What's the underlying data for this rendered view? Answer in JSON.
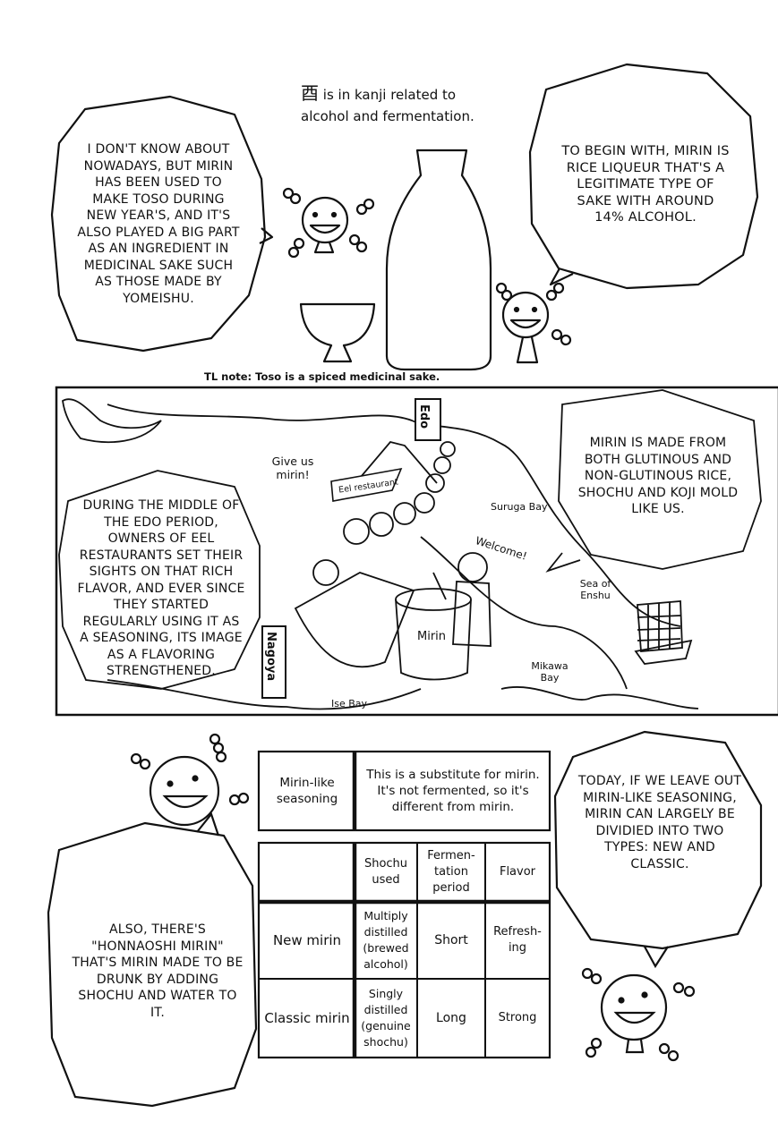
{
  "top": {
    "kanji_note_glyph": "酉",
    "kanji_note_line1": "is in kanji related to",
    "kanji_note_line2": "alcohol and fermentation.",
    "bubble_left": "I don't know about nowadays, but mirin has been used to make toso during New Year's, and it's also played a big part as an ingredient in medicinal sake such as those made by Yomeishu.",
    "bubble_right": "To begin with, mirin is rice liqueur that's a legitimate type of sake with around 14% alcohol.",
    "tl_note": "TL note: Toso is a spiced medicinal sake."
  },
  "middle": {
    "bubble_left": "During the middle of the Edo period, owners of eel restaurants set their sights on that rich flavor, and ever since they started regularly using it as a seasoning, its image as a flavoring strengthened.",
    "bubble_right": "Mirin is made from both glutinous and non-glutinous rice, shochu and koji mold like us.",
    "labels": {
      "edo": "Edo",
      "nagoya": "Nagoya",
      "give_us": "Give us mirin!",
      "eel_flag": "Eel restaurant",
      "suruga": "Suruga Bay",
      "welcome": "Welcome!",
      "enshu": "Sea of Enshu",
      "mirin_barrel": "Mirin",
      "mikawa": "Mikawa Bay",
      "ise": "Ise Bay"
    }
  },
  "bottom": {
    "seasoning_table": {
      "label": "Mirin-like seasoning",
      "description": "This is a substitute for mirin. It's not fermented, so it's different from mirin."
    },
    "compare_table": {
      "headers": [
        "",
        "Shochu used",
        "Fermen- tation period",
        "Flavor"
      ],
      "rows": [
        [
          "New mirin",
          "Multiply distilled (brewed alcohol)",
          "Short",
          "Refresh- ing"
        ],
        [
          "Classic mirin",
          "Singly distilled (genuine shochu)",
          "Long",
          "Strong"
        ]
      ]
    },
    "bubble_left": "Also, there's \"Honnaoshi Mirin\" that's mirin made to be drunk by adding shochu and water to it.",
    "bubble_right": "Today, if we leave out mirin-like seasoning, mirin can largely be dividied into two types: new and classic."
  }
}
